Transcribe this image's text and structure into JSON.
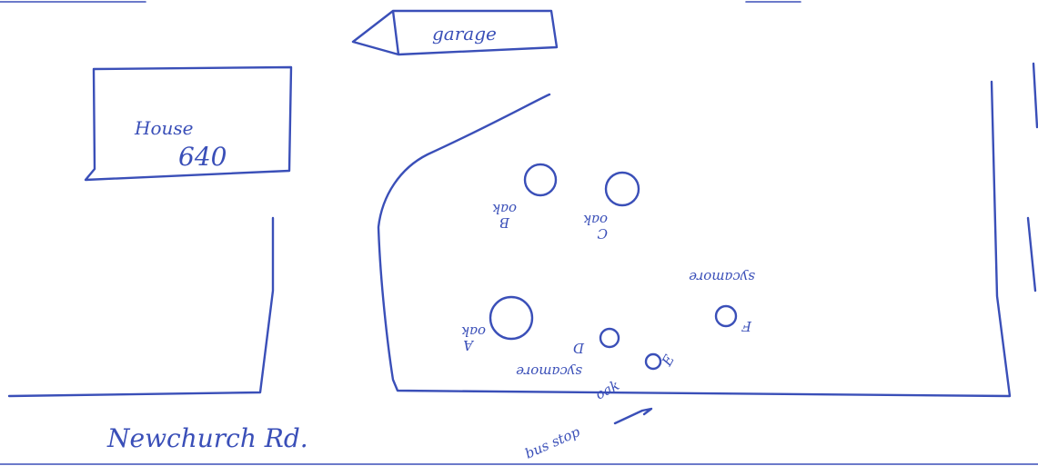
{
  "labels": {
    "garage": "garage",
    "house_line1": "House",
    "house_line2": "640",
    "street": "Newchurch Rd.",
    "tree_b_letter": "B",
    "tree_b_species": "oak",
    "tree_c_letter": "C",
    "tree_c_species": "oak",
    "tree_a_letter": "A",
    "tree_a_species": "oak",
    "tree_d_letter": "D",
    "tree_d_species": "sycamore",
    "tree_e_letter": "E",
    "tree_e_species": "oak",
    "tree_f_letter": "F",
    "tree_f_species": "sycamore",
    "bus_stop": "bus stop"
  },
  "colors": {
    "ink": "#3a4fb8",
    "paper": "#ffffff"
  }
}
